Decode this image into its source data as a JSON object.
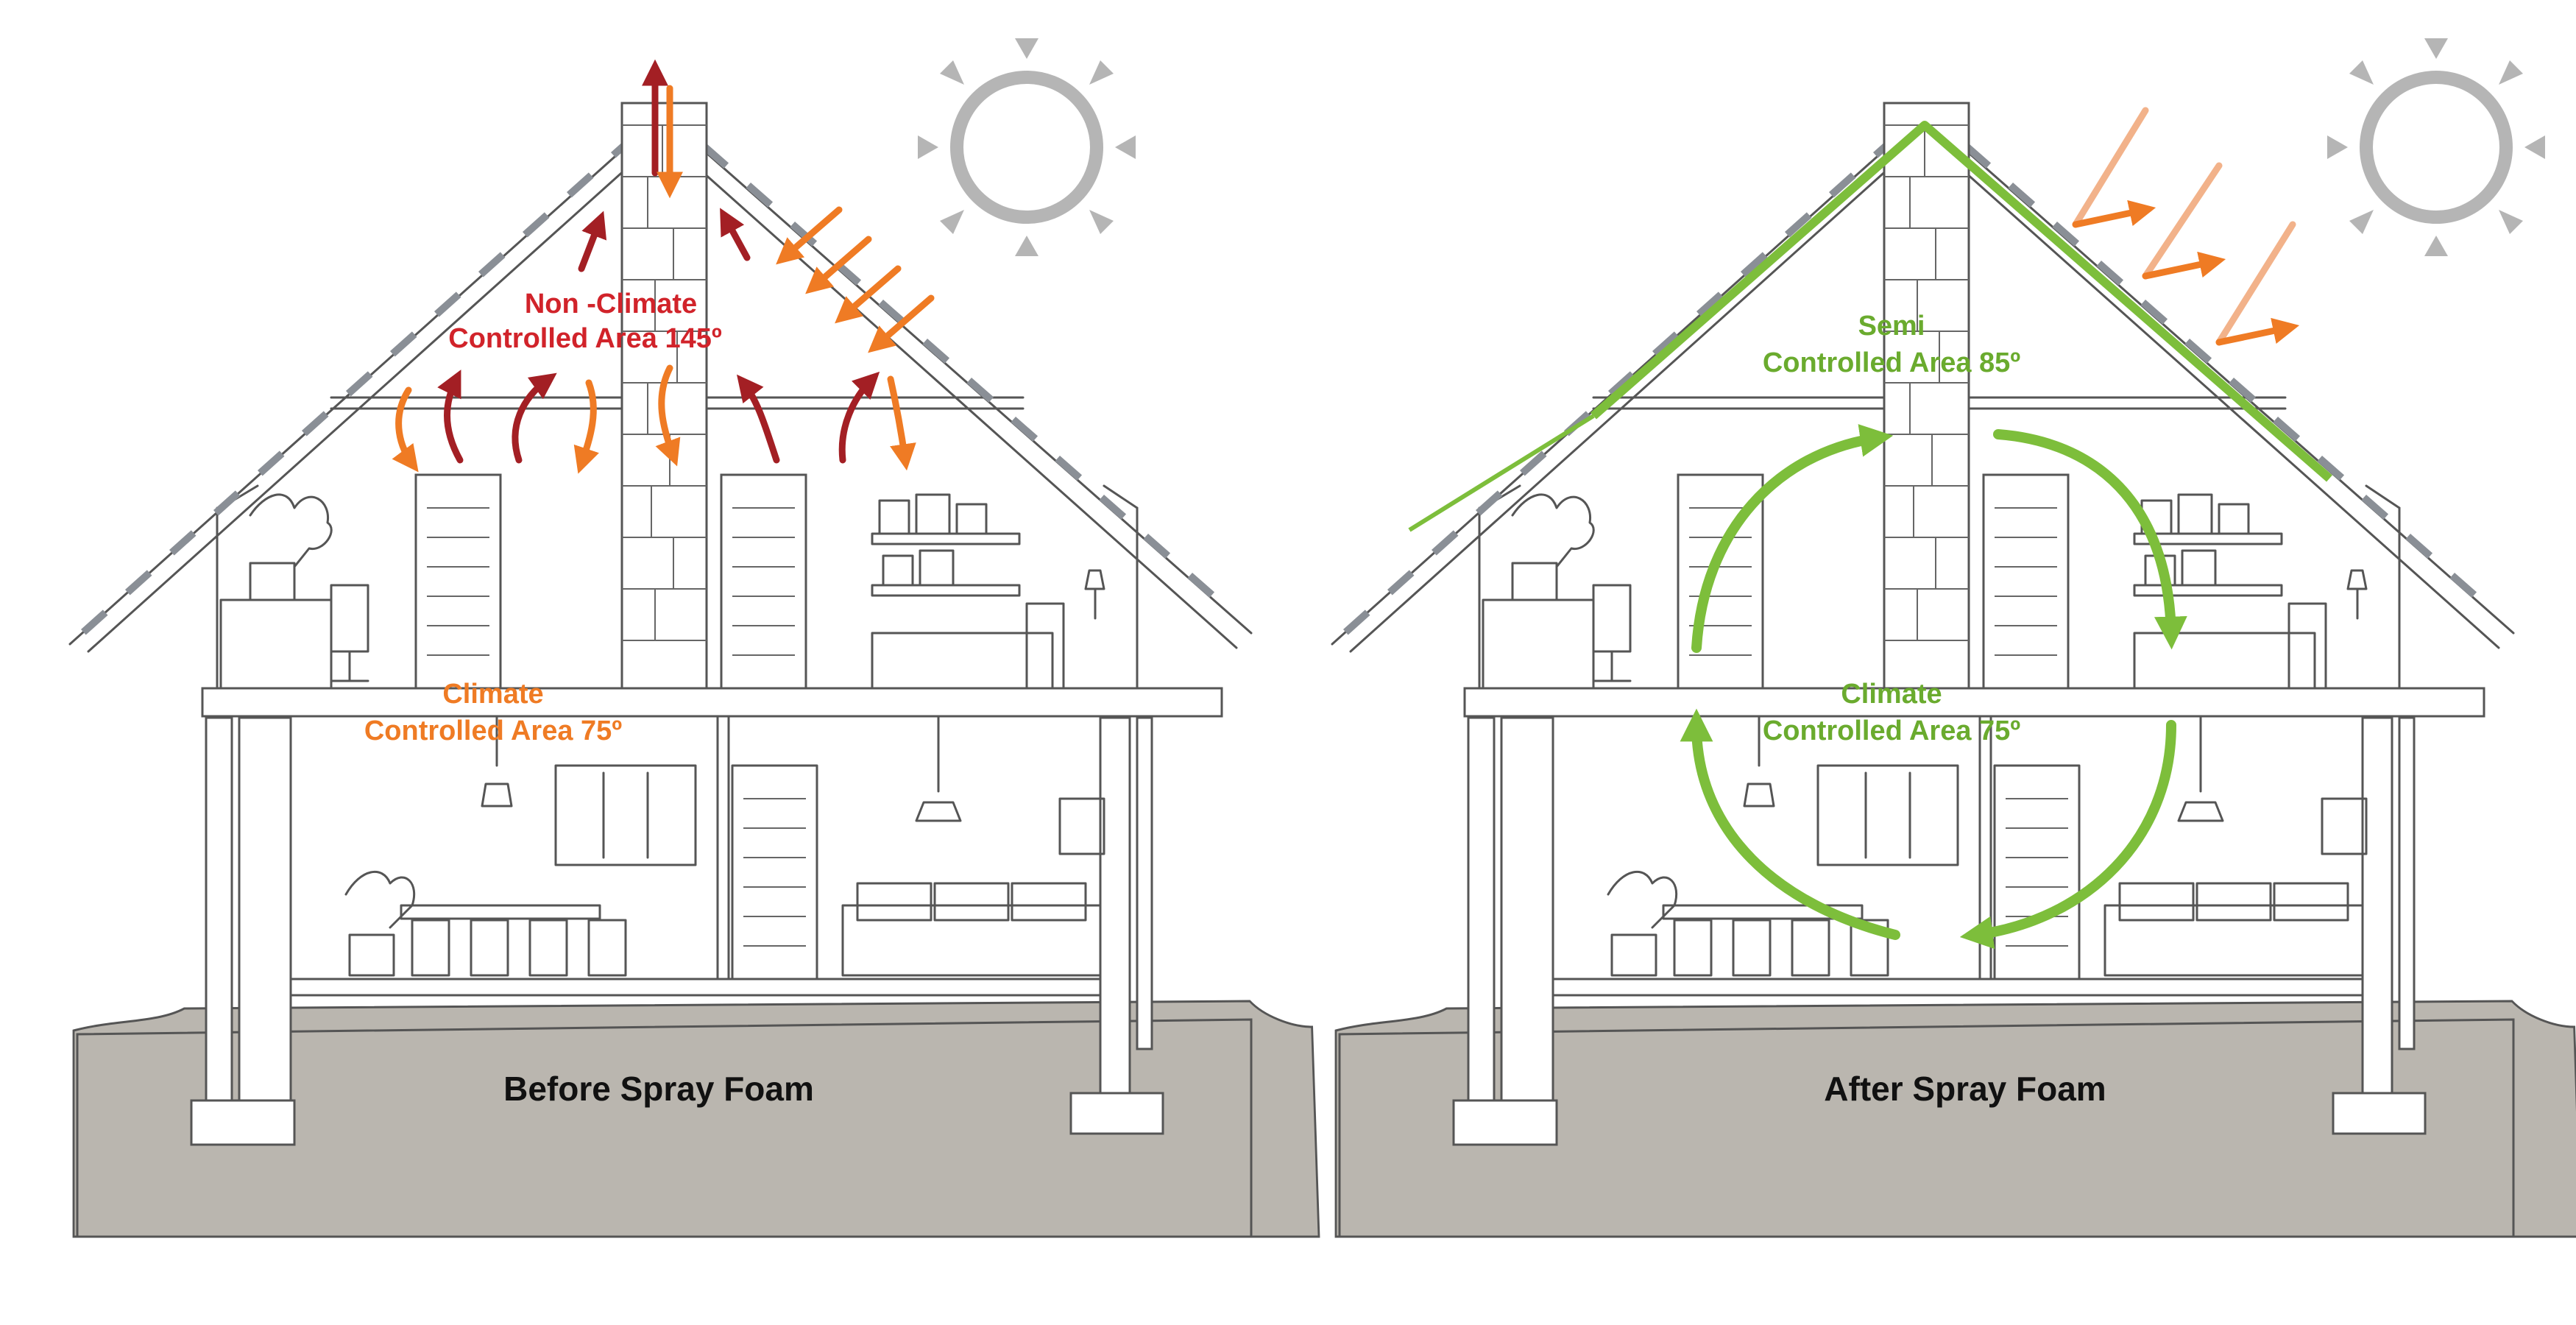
{
  "colors": {
    "heat_dark": "#a31f24",
    "heat": "#ef7b24",
    "heat_light": "#f2b28a",
    "cool": "#7dbe3b",
    "ground": "#bab6af",
    "sun": "#b5b5b5",
    "line": "#555555"
  },
  "before": {
    "caption": "Before Spray Foam",
    "attic_label": [
      "Non -Climate",
      "Controlled Area 145º"
    ],
    "living_label": [
      "Climate",
      "Controlled Area 75º"
    ]
  },
  "after": {
    "caption": "After Spray Foam",
    "attic_label": [
      "Semi",
      "Controlled Area 85º"
    ],
    "living_label": [
      "Climate",
      "Controlled Area 75º"
    ]
  },
  "icons": [
    "sun-icon",
    "heat-arrow-icon",
    "airflow-arrow-icon",
    "sun-ray-icon"
  ]
}
